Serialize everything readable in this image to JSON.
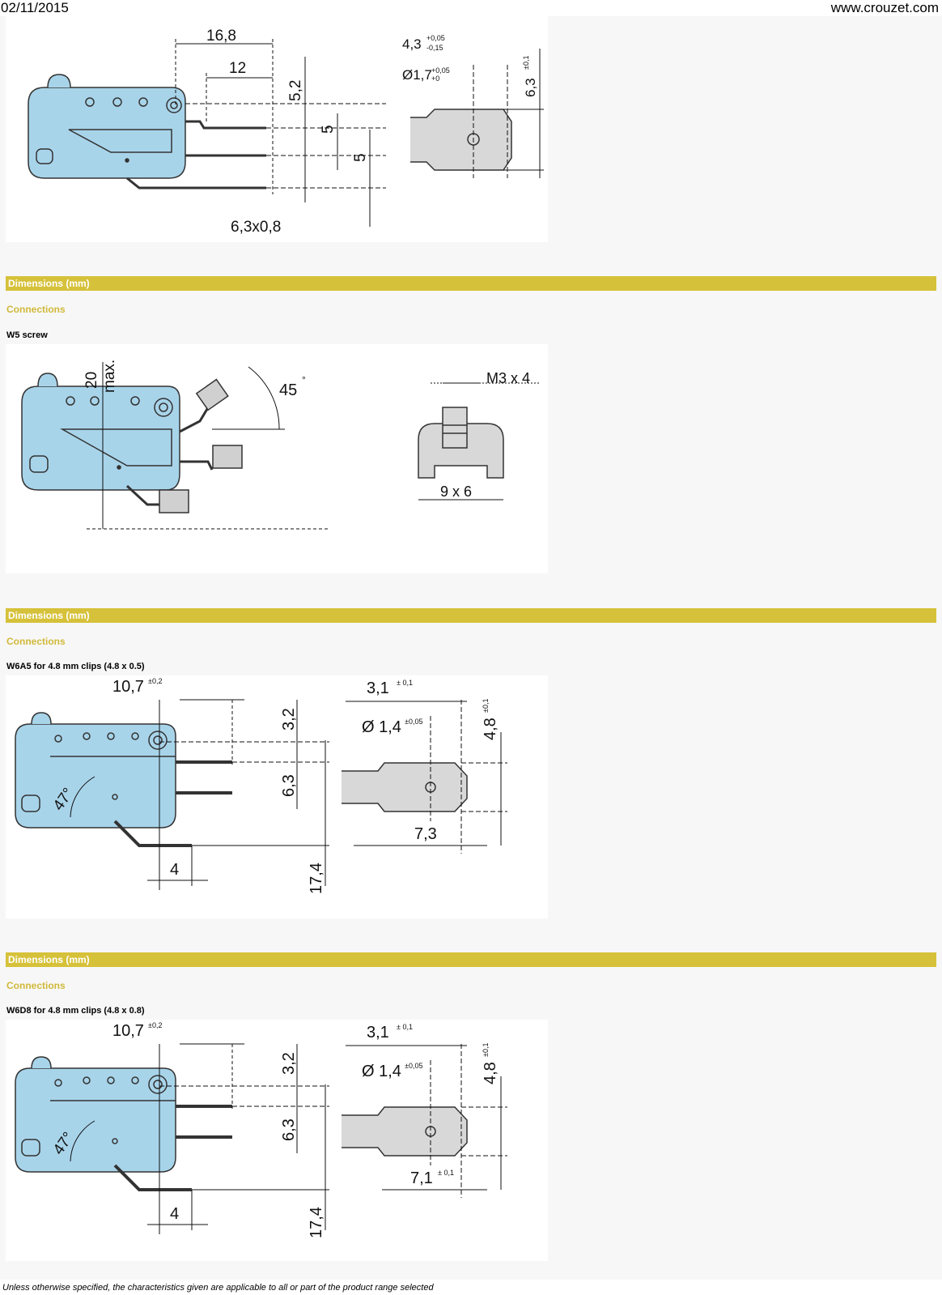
{
  "header": {
    "date": "02/11/2015",
    "site": "www.crouzet.com"
  },
  "colors": {
    "band": "#d6c13a",
    "subheading": "#d1b93a",
    "switch_body": "#a8d4ea"
  },
  "fig1": {
    "dims": [
      "16,8",
      "12",
      "5,2",
      "5",
      "5",
      "6,3x0,8",
      "4,3",
      "+0,05",
      "-0,15",
      "Ø1,7",
      "+0,05",
      "+0",
      "6,3",
      "±0,1"
    ]
  },
  "sections": [
    {
      "band": "Dimensions (mm)",
      "subheading": "Connections",
      "label": "W5 screw",
      "dims": [
        "20",
        "max.",
        "45",
        "°",
        "M3 x 4",
        "9 x 6"
      ]
    },
    {
      "band": "Dimensions (mm)",
      "subheading": "Connections",
      "label": "W6A5 for 4.8 mm clips (4.8 x 0.5)",
      "dims": [
        "10,7",
        "±0,2",
        "3,2",
        "6,3",
        "17,4",
        "4",
        "47°",
        "3,1",
        "± 0,1",
        "Ø 1,4",
        "±0,05",
        "4,8",
        "±0,1",
        "7,3"
      ]
    },
    {
      "band": "Dimensions (mm)",
      "subheading": "Connections",
      "label": "W6D8 for 4.8 mm clips (4.8 x 0.8)",
      "dims": [
        "10,7",
        "±0,2",
        "3,2",
        "6,3",
        "17,4",
        "4",
        "47°",
        "3,1",
        "± 0,1",
        "Ø 1,4",
        "±0,05",
        "4,8",
        "±0,1",
        "7,1",
        "± 0,1"
      ]
    }
  ],
  "footer": "Unless otherwise specified, the characteristics given are applicable to all or part of the product range selected"
}
